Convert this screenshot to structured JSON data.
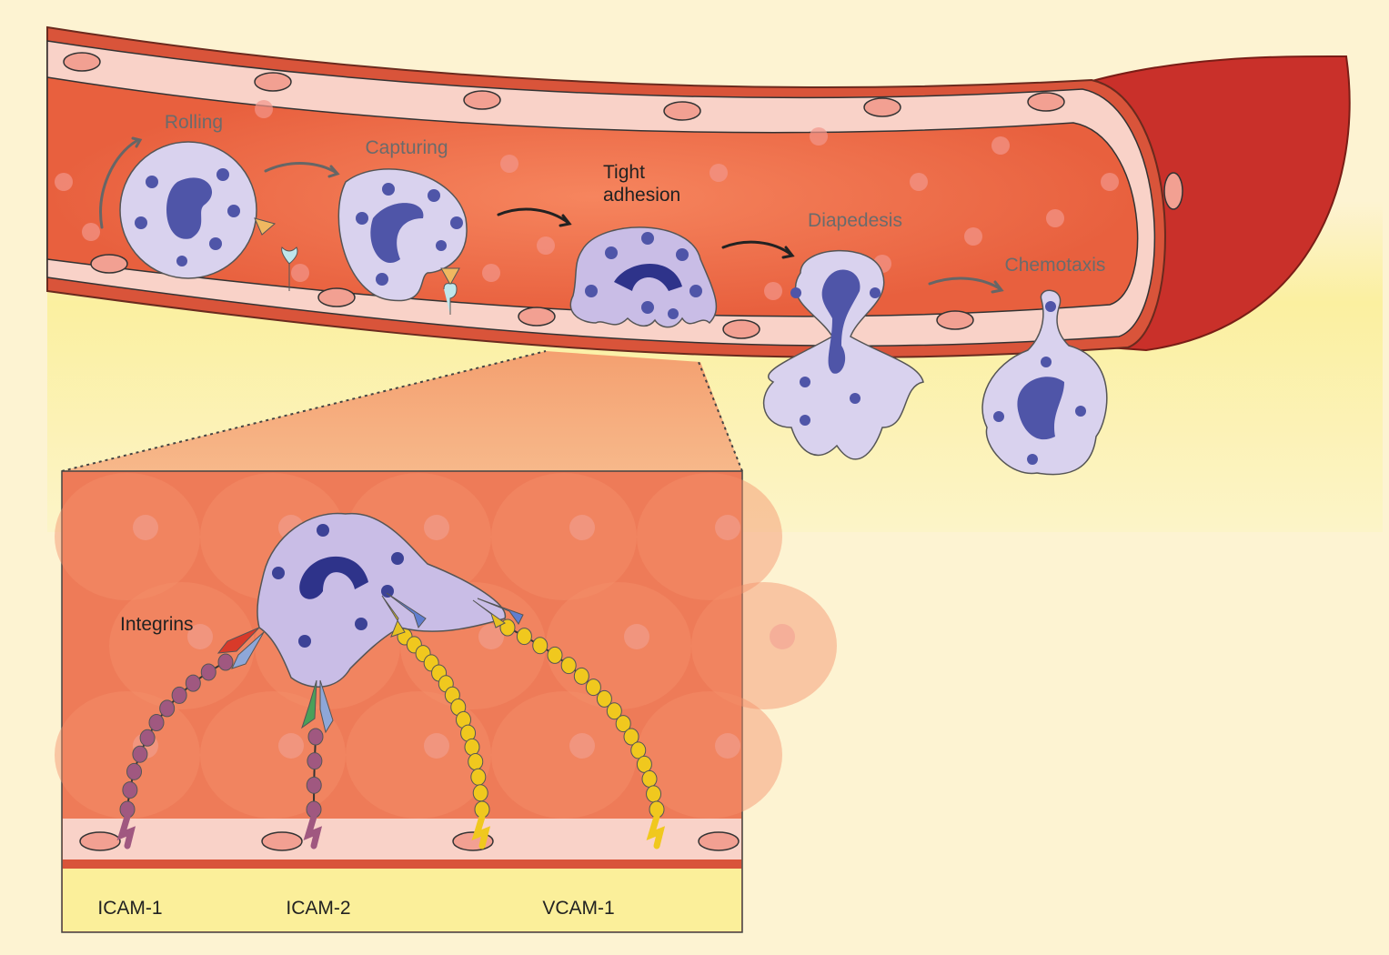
{
  "stages": {
    "rolling": "Rolling",
    "capturing": "Capturing",
    "tight_adhesion_line1": "Tight",
    "tight_adhesion_line2": "adhesion",
    "diapedesis": "Diapedesis",
    "chemotaxis": "Chemotaxis"
  },
  "inset": {
    "integrins": "Integrins",
    "icam1": "ICAM-1",
    "icam2": "ICAM-2",
    "vcam1": "VCAM-1"
  },
  "colors": {
    "background": "#fdf3d2",
    "yellow": "#fbef9a",
    "vessel_wall": "#d9543a",
    "lumen": "#ef7a55",
    "endothelium": "#f9d2c8",
    "cross_section": "#c9302a",
    "leukocyte": "#d9d2ee",
    "nucleus": "#4f55a8",
    "icam_bead": "#a05880",
    "vcam_bead": "#f0c81e"
  }
}
